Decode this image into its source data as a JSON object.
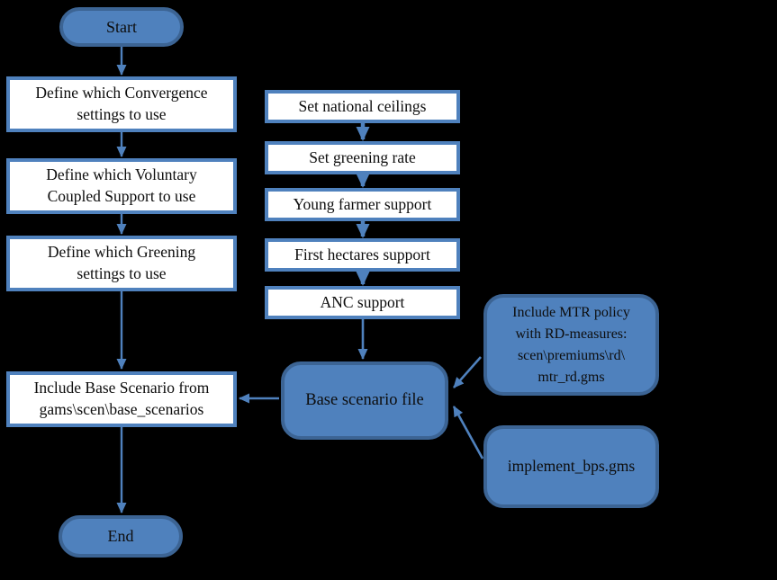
{
  "colors": {
    "background": "#000000",
    "node_fill": "#4f81bd",
    "node_border": "#3c6494",
    "box_fill": "#ffffff",
    "arrow": "#4f81bd",
    "text": "#0d0d0d"
  },
  "nodes": {
    "start": "Start",
    "define_convergence": "Define which Convergence\nsettings to use",
    "define_vcs": "Define which Voluntary\nCoupled Support to use",
    "define_greening": "Define which Greening\nsettings to use",
    "include_base_scenario": "Include Base Scenario from\ngams\\scen\\base_scenarios",
    "end": "End",
    "set_national_ceilings": "Set national ceilings",
    "set_greening_rate": "Set greening rate",
    "young_farmer_support": "Young farmer support",
    "first_hectares_support": "First hectares support",
    "anc_support": "ANC support",
    "base_scenario_file": "Base scenario file",
    "include_mtr_policy": "Include MTR policy\nwith RD-measures:\nscen\\premiums\\rd\\\nmtr_rd.gms",
    "implement_bps": "implement_bps.gms"
  }
}
